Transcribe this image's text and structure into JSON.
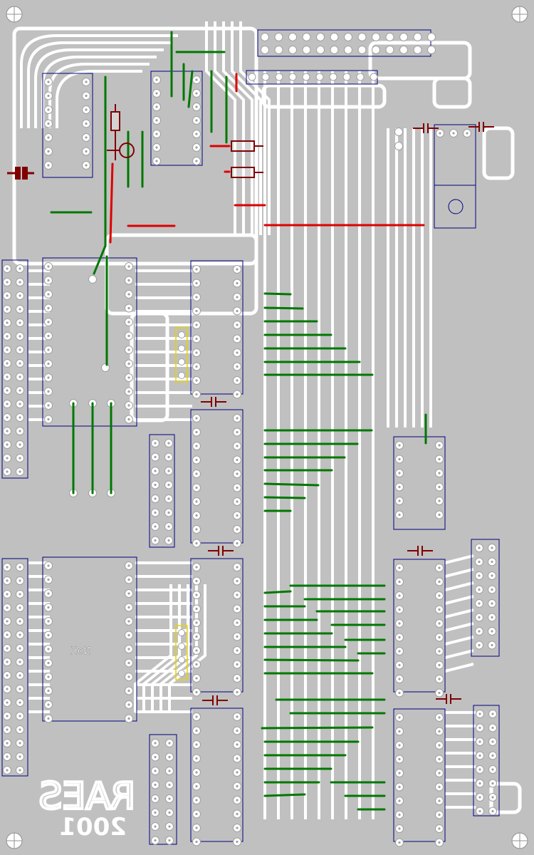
{
  "board": {
    "background": "#c0c0c0",
    "copper": "#ffffff",
    "outline": "#000080",
    "jumper_top": "#007700",
    "jumper_red": "#dd0000",
    "component": "#800000",
    "pad_marker": "#e6d400"
  },
  "labels": {
    "nok": "NoK",
    "author": "RAES",
    "year": "2001"
  }
}
